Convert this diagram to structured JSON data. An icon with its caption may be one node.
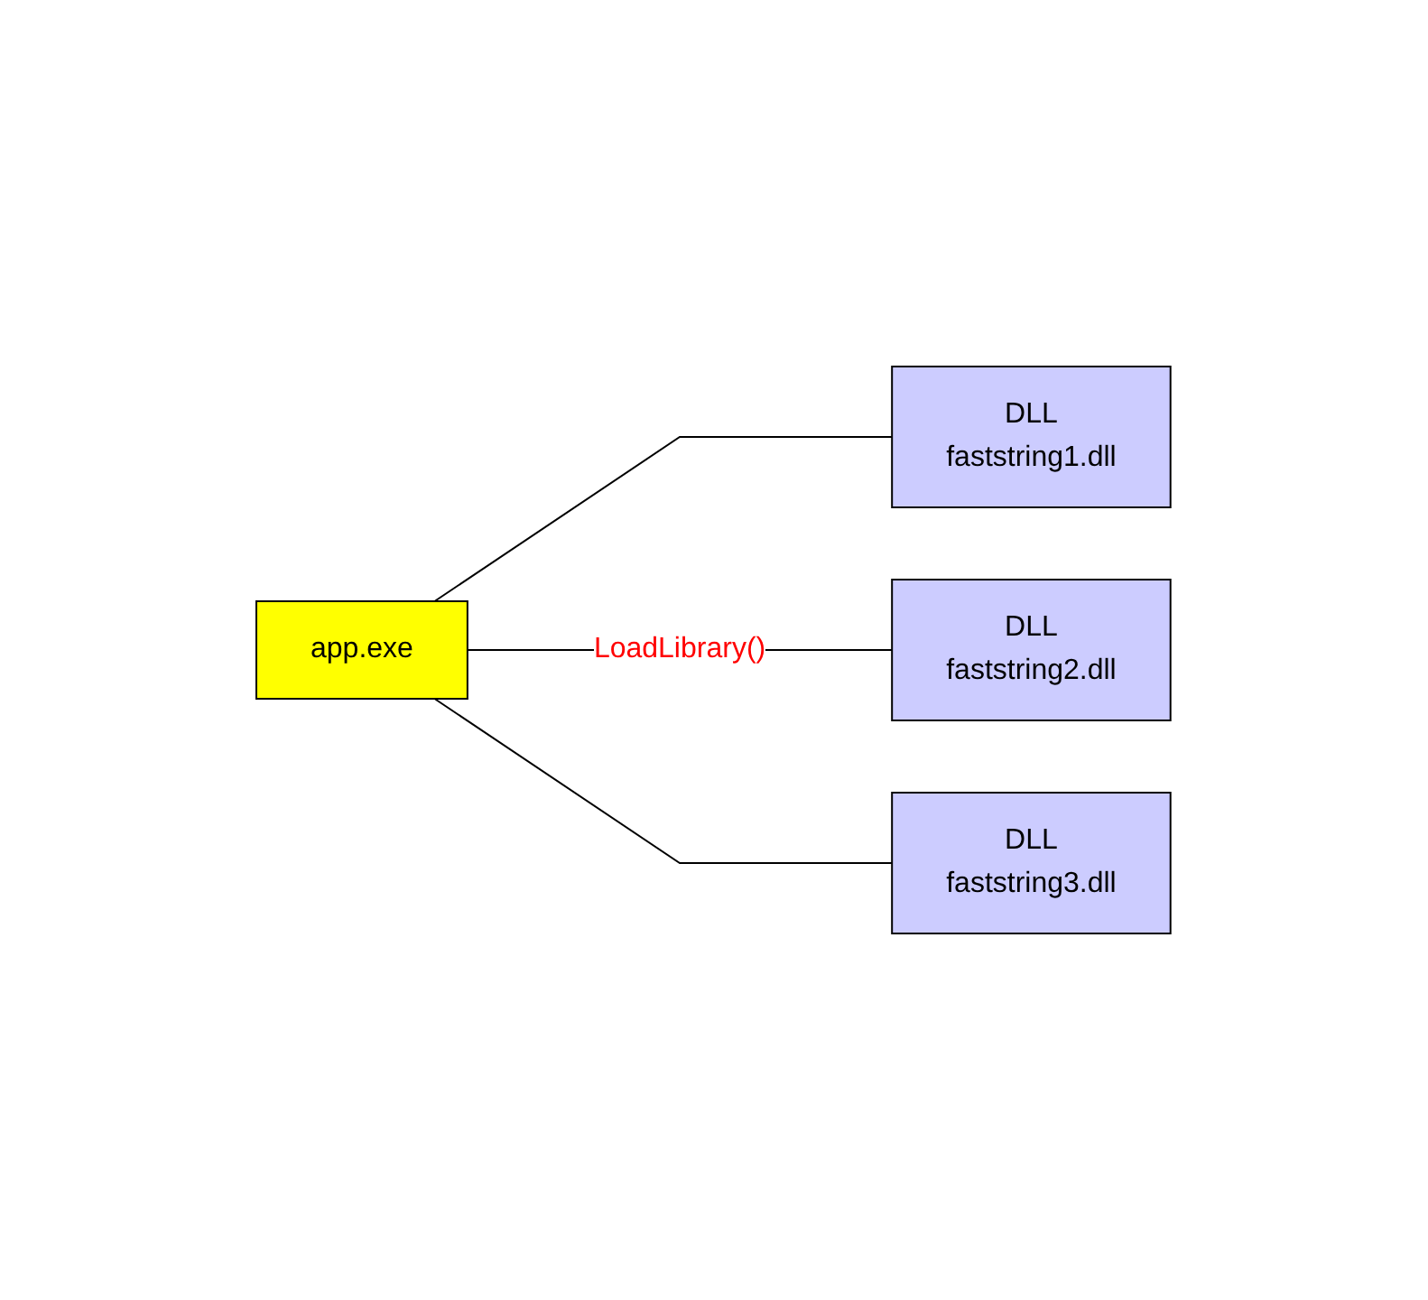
{
  "diagram": {
    "nodes": [
      {
        "text": [
          "app.exe"
        ]
      },
      {
        "text": [
          "DLL",
          "faststring1.dll"
        ]
      },
      {
        "text": [
          "DLL",
          "faststring2.dll"
        ]
      },
      {
        "text": [
          "DLL",
          "faststring3.dll"
        ]
      }
    ],
    "edges": [
      {
        "from": 0,
        "to": 1,
        "arrow": "none"
      },
      {
        "from": 0,
        "to": 2,
        "arrow": "none",
        "label": "LoadLibrary()"
      },
      {
        "from": 0,
        "to": 3,
        "arrow": "none"
      }
    ]
  }
}
